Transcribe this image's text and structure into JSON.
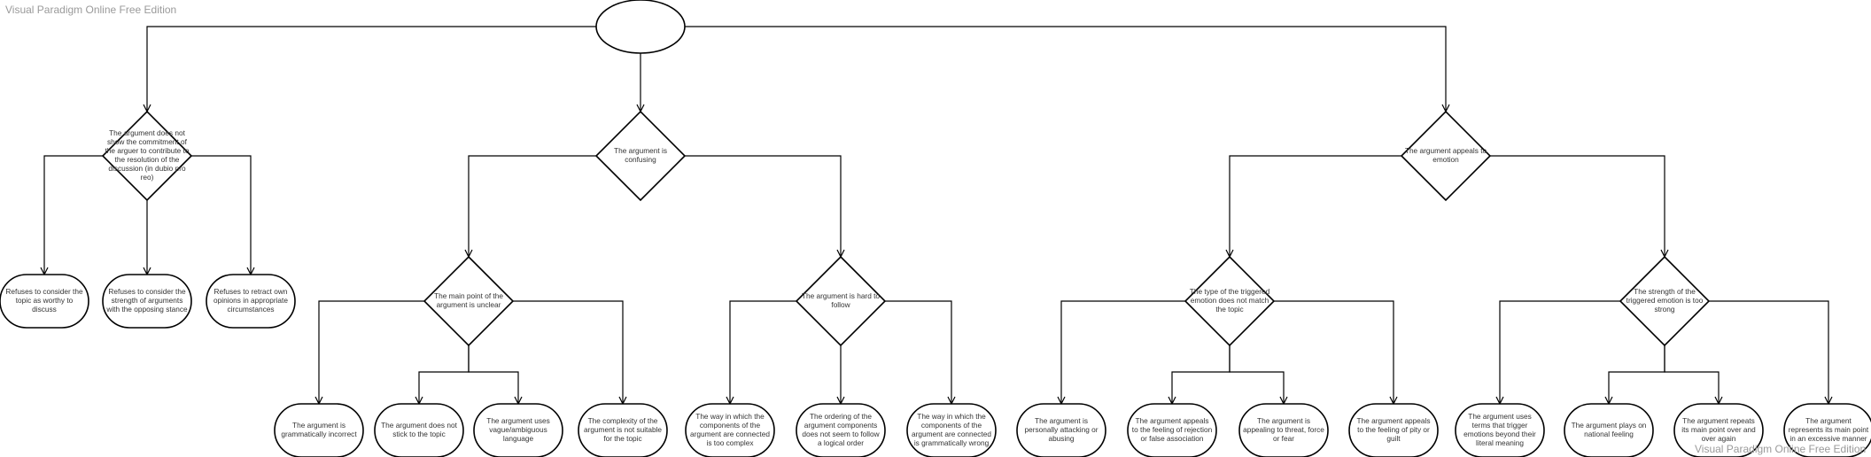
{
  "watermark": "Visual Paradigm Online Free Edition",
  "root": {
    "id": "root",
    "label": ""
  },
  "decisions": [
    {
      "id": "d1",
      "label": "The argument does not show the commitment of the arguer to contribute to the resolution of the discussion (in dubio pro reo)"
    },
    {
      "id": "d2",
      "label": "The argument is confusing"
    },
    {
      "id": "d3",
      "label": "The argument appeals to emotion"
    },
    {
      "id": "d4",
      "label": "The main point of the argument is unclear"
    },
    {
      "id": "d5",
      "label": "The argument is hard to follow"
    },
    {
      "id": "d6",
      "label": "The type of the triggered emotion does not match the topic"
    },
    {
      "id": "d7",
      "label": "The strength of the triggered emotion is too strong"
    }
  ],
  "outcomes": [
    {
      "id": "o1",
      "label": "Refuses to consider the topic as worthy to discuss"
    },
    {
      "id": "o2",
      "label": "Refuses to consider the strength of arguments with the opposing stance"
    },
    {
      "id": "o3",
      "label": "Refuses to retract own opinions in appropriate circumstances"
    },
    {
      "id": "o4",
      "label": "The argument is grammatically incorrect"
    },
    {
      "id": "o5",
      "label": "The argument does not stick to the topic"
    },
    {
      "id": "o6",
      "label": "The argument uses vague/ambiguous language"
    },
    {
      "id": "o7",
      "label": "The complexity of the argument is not suitable for the topic"
    },
    {
      "id": "o8",
      "label": "The way in which the components of the argument are connected is too complex"
    },
    {
      "id": "o9",
      "label": "The ordering of the argument components does not seem to follow a logical order"
    },
    {
      "id": "o10",
      "label": "The way in which the components of the argument are connected is grammatically wrong"
    },
    {
      "id": "o11",
      "label": "The argument is personally attacking or abusing"
    },
    {
      "id": "o12",
      "label": "The argument appeals to the feeling of rejection or false association"
    },
    {
      "id": "o13",
      "label": "The argument is appealing to threat, force or fear"
    },
    {
      "id": "o14",
      "label": "The argument appeals to the feeling of pity or guilt"
    },
    {
      "id": "o15",
      "label": "The argument uses terms that trigger emotions beyond their literal meaning"
    },
    {
      "id": "o16",
      "label": "The argument plays on national feeling"
    },
    {
      "id": "o17",
      "label": "The argument repeats its main point over and over again"
    },
    {
      "id": "o18",
      "label": "The argument represents its main point in an excessive manner"
    }
  ],
  "edges": [
    [
      "root",
      "d1"
    ],
    [
      "root",
      "d2"
    ],
    [
      "root",
      "d3"
    ],
    [
      "d1",
      "o1"
    ],
    [
      "d1",
      "o2"
    ],
    [
      "d1",
      "o3"
    ],
    [
      "d2",
      "d4"
    ],
    [
      "d2",
      "d5"
    ],
    [
      "d3",
      "d6"
    ],
    [
      "d3",
      "d7"
    ],
    [
      "d4",
      "o4"
    ],
    [
      "d4",
      "o5"
    ],
    [
      "d4",
      "o6"
    ],
    [
      "d4",
      "o7"
    ],
    [
      "d5",
      "o8"
    ],
    [
      "d5",
      "o9"
    ],
    [
      "d5",
      "o10"
    ],
    [
      "d6",
      "o11"
    ],
    [
      "d6",
      "o12"
    ],
    [
      "d6",
      "o13"
    ],
    [
      "d6",
      "o14"
    ],
    [
      "d7",
      "o15"
    ],
    [
      "d7",
      "o16"
    ],
    [
      "d7",
      "o17"
    ],
    [
      "d7",
      "o18"
    ]
  ]
}
